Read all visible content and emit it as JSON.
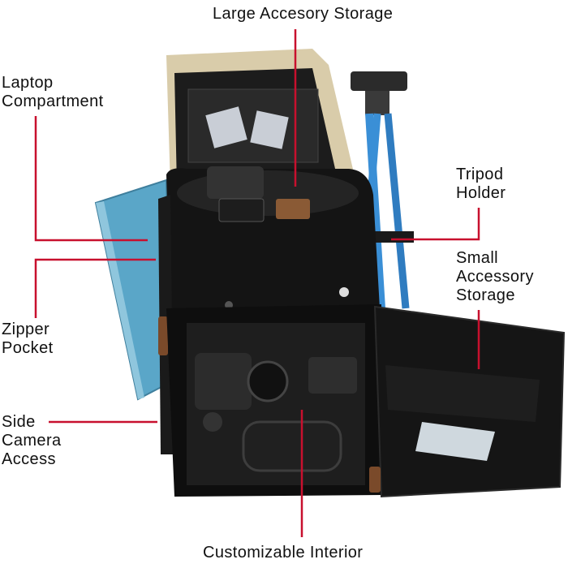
{
  "colors": {
    "leader": "#c8102e",
    "text": "#111111",
    "bag": "#101010",
    "bag_trim": "#d9ccaa",
    "laptop": "#5aa6c8",
    "tripod": "#3a8fd6",
    "background": "#ffffff"
  },
  "labels": {
    "large_accessory": "Large Accesory Storage",
    "laptop": "Laptop\nCompartment",
    "tripod": "Tripod\nHolder",
    "small_accessory": "Small\nAccessory\nStorage",
    "zipper": "Zipper\nPocket",
    "side_camera": "Side\nCamera\nAccess",
    "interior": "Customizable Interior"
  },
  "icons": {
    "product": "camera-backpack-illustration"
  }
}
